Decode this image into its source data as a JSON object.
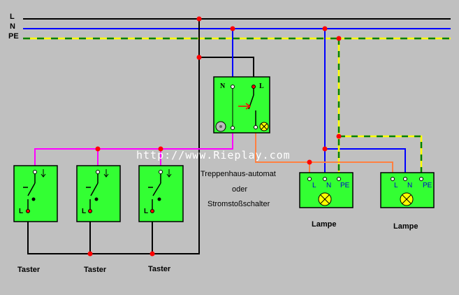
{
  "rails": {
    "l": "L",
    "n": "N",
    "pe": "PE"
  },
  "colors": {
    "background": "#c0c0c0",
    "phase_wire": "#000000",
    "neutral_wire": "#0000ff",
    "pe_wire_yellow": "#ffff00",
    "pe_wire_green": "#008000",
    "push_button_wire": "#ff00ff",
    "lamp_wire": "#ff8040",
    "device_fill": "#33ff33",
    "junction": "#ff0000"
  },
  "switch_unit": {
    "n_label": "N",
    "l_label": "L"
  },
  "center_text": {
    "line1": "Treppenhaus-automat",
    "line2": "oder",
    "line3": "Stromstoßschalter"
  },
  "watermark": "http://www.Rieplay.com",
  "buttons": [
    {
      "label": "Taster",
      "terminal": "L"
    },
    {
      "label": "Taster",
      "terminal": "L"
    },
    {
      "label": "Taster",
      "terminal": "L"
    }
  ],
  "lamps": [
    {
      "label": "Lampe",
      "terminals": [
        "L",
        "N",
        "PE"
      ]
    },
    {
      "label": "Lampe",
      "terminals": [
        "L",
        "N",
        "PE"
      ]
    }
  ]
}
